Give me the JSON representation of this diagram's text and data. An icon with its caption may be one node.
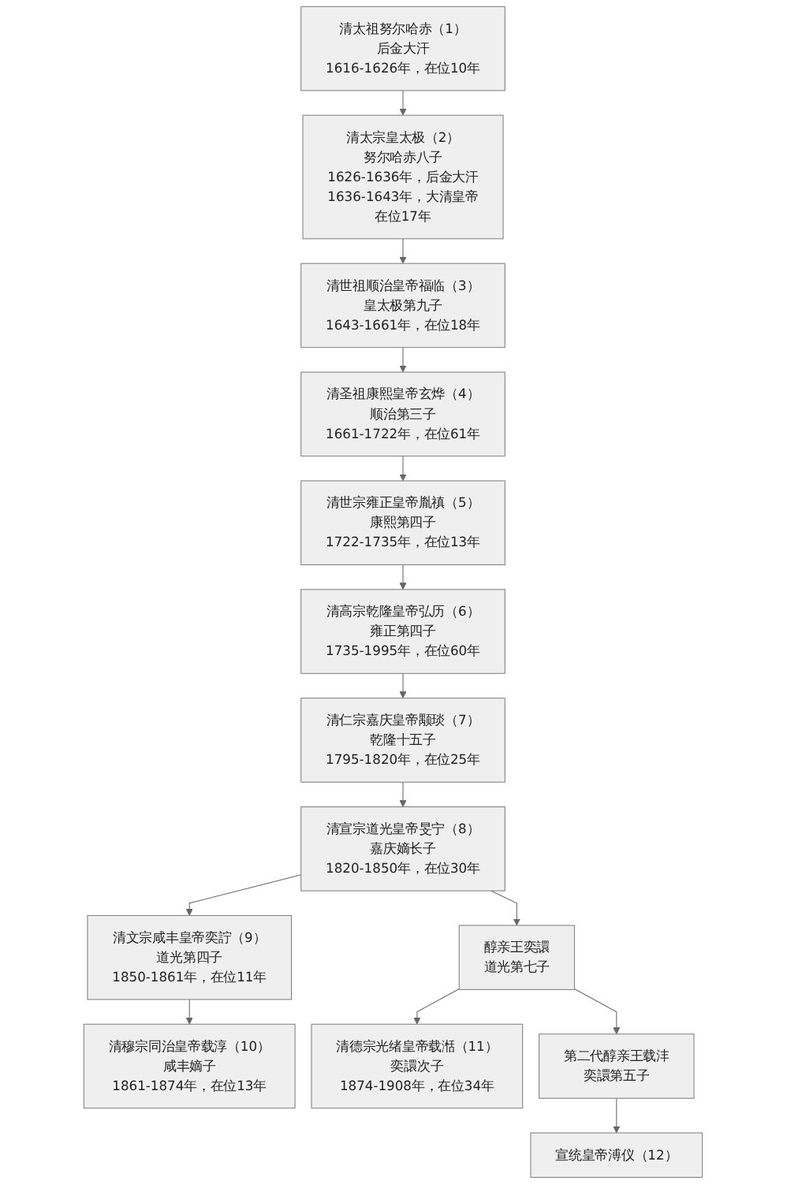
{
  "diagram": {
    "nodes": [
      {
        "text": [
          "清太祖努尔哈赤（1）",
          "后金大汗",
          "1616-1626年，在位10年"
        ]
      },
      {
        "text": [
          "清太宗皇太极（2）",
          "努尔哈赤八子",
          "1626-1636年，后金大汗",
          "1636-1643年，大清皇帝",
          "在位17年"
        ]
      },
      {
        "text": [
          "清世祖顺治皇帝福临（3）",
          "皇太极第九子",
          "1643-1661年，在位18年"
        ]
      },
      {
        "text": [
          "清圣祖康熙皇帝玄烨（4）",
          "顺治第三子",
          "1661-1722年，在位61年"
        ]
      },
      {
        "text": [
          "清世宗雍正皇帝胤禛（5）",
          "康熙第四子",
          "1722-1735年，在位13年"
        ]
      },
      {
        "text": [
          "清高宗乾隆皇帝弘历（6）",
          "雍正第四子",
          "1735-1995年，在位60年"
        ]
      },
      {
        "text": [
          "清仁宗嘉庆皇帝颙琰（7）",
          "乾隆十五子",
          "1795-1820年，在位25年"
        ]
      },
      {
        "text": [
          "清宣宗道光皇帝旻宁（8）",
          "嘉庆嫡长子",
          "1820-1850年，在位30年"
        ]
      },
      {
        "text": [
          "清文宗咸丰皇帝奕詝（9）",
          "道光第四子",
          "1850-1861年，在位11年"
        ]
      },
      {
        "text": [
          "醇亲王奕譞",
          "道光第七子"
        ]
      },
      {
        "text": [
          "清穆宗同治皇帝载淳（10）",
          "咸丰嫡子",
          "1861-1874年，在位13年"
        ]
      },
      {
        "text": [
          "清德宗光绪皇帝载湉（11）",
          "奕譞次子",
          "1874-1908年，在位34年"
        ]
      },
      {
        "text": [
          "第二代醇亲王载沣",
          "奕譞第五子"
        ]
      },
      {
        "text": [
          "宣统皇帝溥仪（12）"
        ]
      }
    ],
    "edges": [
      {
        "from": 0,
        "to": 1,
        "arrow": "to"
      },
      {
        "from": 1,
        "to": 2,
        "arrow": "to"
      },
      {
        "from": 2,
        "to": 3,
        "arrow": "to"
      },
      {
        "from": 3,
        "to": 4,
        "arrow": "to"
      },
      {
        "from": 4,
        "to": 5,
        "arrow": "to"
      },
      {
        "from": 5,
        "to": 6,
        "arrow": "to"
      },
      {
        "from": 6,
        "to": 7,
        "arrow": "to"
      },
      {
        "from": 7,
        "to": 8,
        "arrow": "to"
      },
      {
        "from": 7,
        "to": 9,
        "arrow": "to"
      },
      {
        "from": 8,
        "to": 10,
        "arrow": "to"
      },
      {
        "from": 9,
        "to": 11,
        "arrow": "to"
      },
      {
        "from": 9,
        "to": 12,
        "arrow": "to"
      },
      {
        "from": 12,
        "to": 13,
        "arrow": "to"
      }
    ]
  }
}
